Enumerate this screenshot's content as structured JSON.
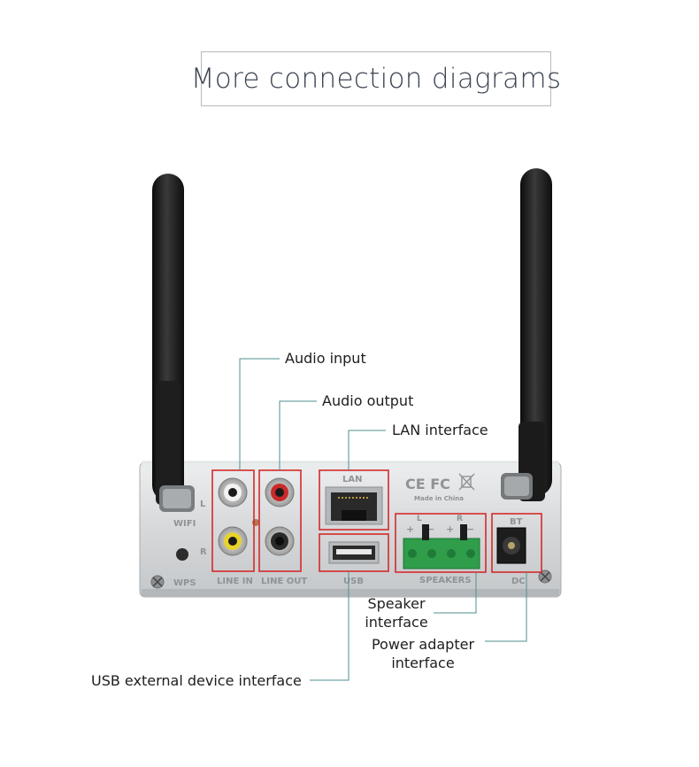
{
  "title": "More connection diagrams",
  "panel": {
    "wifi": "WIFI",
    "wps": "WPS",
    "line_in": "LINE IN",
    "line_out": "LINE OUT",
    "lan": "LAN",
    "usb": "USB",
    "speakers": "SPEAKERS",
    "dc": "DC",
    "bt": "BT",
    "left": "L",
    "right": "R",
    "ce_fc": "CE FC",
    "made_in": "Made in China"
  },
  "callouts": {
    "audio_input": "Audio input",
    "audio_output": "Audio output",
    "lan_interface": "LAN interface",
    "speaker_line1": "Speaker",
    "speaker_line2": "interface",
    "power_line1": "Power adapter",
    "power_line2": "interface",
    "usb_interface": "USB external device interface"
  },
  "colors": {
    "highlight": "#d42a2a",
    "leader": "#4f8f8f",
    "terminal": "#2f9d4a",
    "antenna": "#161616",
    "panel": "#d7d9db"
  }
}
